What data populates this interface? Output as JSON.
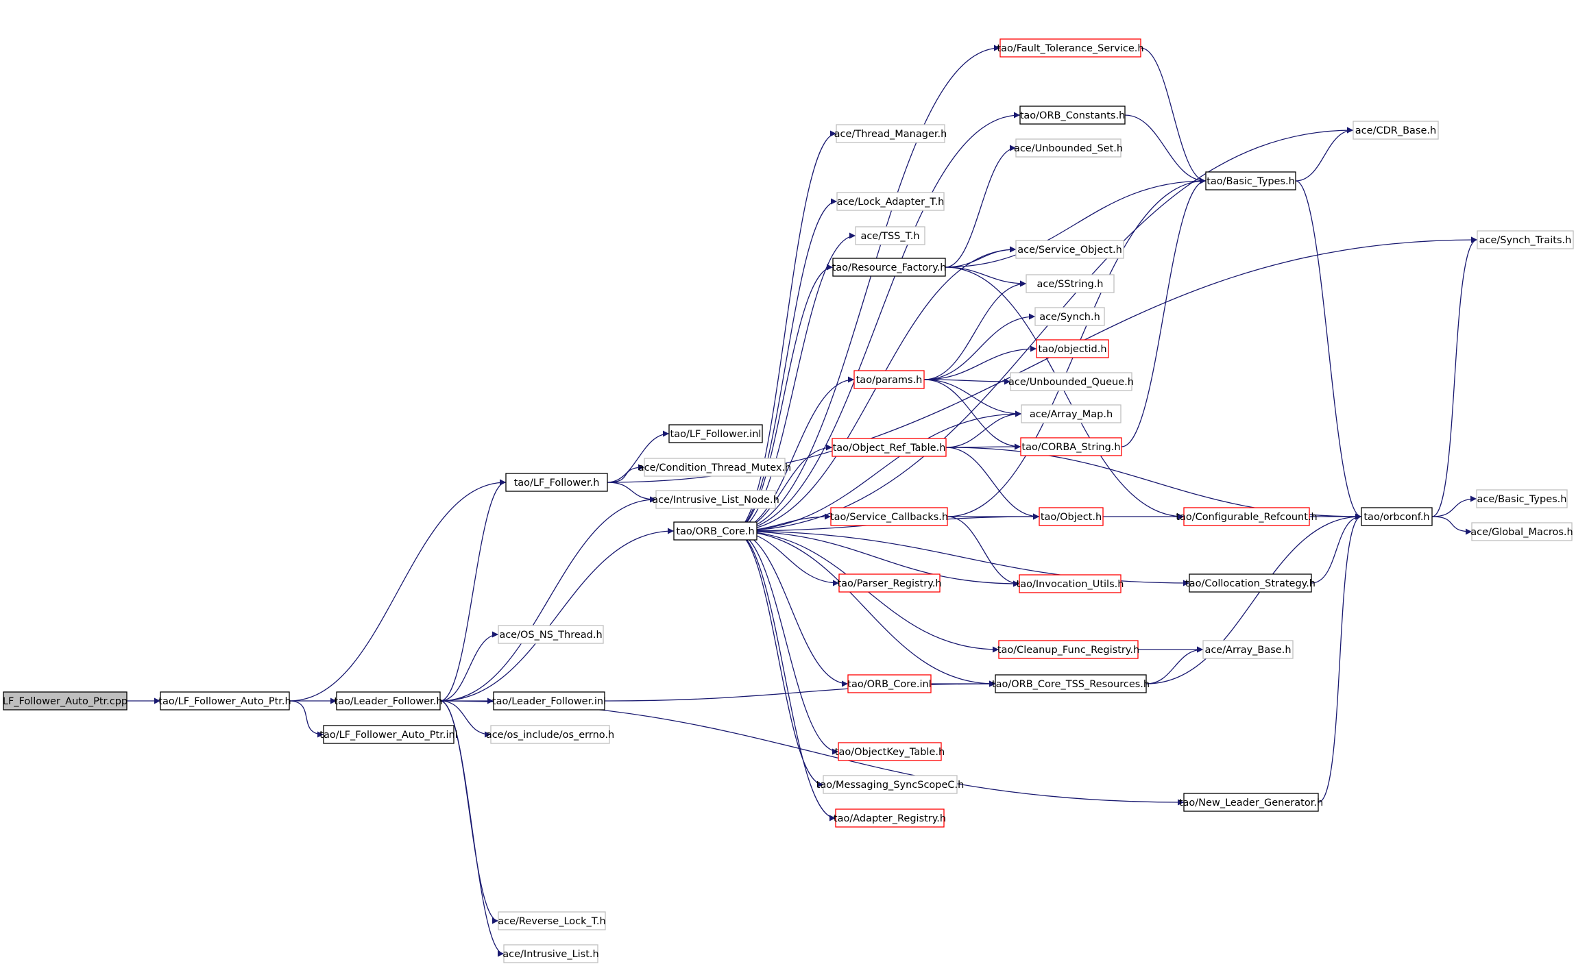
{
  "colors": {
    "edge": "#191970",
    "root_fill": "#bfbfbf",
    "documented": "#000000",
    "truncated": "#ff0000",
    "undocumented": "#bfbfbf"
  },
  "nodes": [
    {
      "id": "n0",
      "label": "LF_Follower_Auto_Ptr.cpp",
      "kind": "root"
    },
    {
      "id": "n1",
      "label": "tao/LF_Follower_Auto_Ptr.h",
      "kind": "documented"
    },
    {
      "id": "n2",
      "label": "tao/Leader_Follower.h",
      "kind": "documented"
    },
    {
      "id": "n3",
      "label": "tao/LF_Follower_Auto_Ptr.inl",
      "kind": "documented"
    },
    {
      "id": "n4",
      "label": "tao/LF_Follower.h",
      "kind": "documented"
    },
    {
      "id": "n5",
      "label": "tao/Leader_Follower.inl",
      "kind": "documented"
    },
    {
      "id": "n6",
      "label": "ace/OS_NS_Thread.h",
      "kind": "undocumented"
    },
    {
      "id": "n7",
      "label": "ace/os_include/os_errno.h",
      "kind": "undocumented"
    },
    {
      "id": "n8",
      "label": "ace/Reverse_Lock_T.h",
      "kind": "undocumented"
    },
    {
      "id": "n9",
      "label": "ace/Intrusive_List.h",
      "kind": "undocumented"
    },
    {
      "id": "n10",
      "label": "tao/LF_Follower.inl",
      "kind": "documented"
    },
    {
      "id": "n11",
      "label": "ace/Condition_Thread_Mutex.h",
      "kind": "undocumented"
    },
    {
      "id": "n12",
      "label": "ace/Intrusive_List_Node.h",
      "kind": "undocumented"
    },
    {
      "id": "n13",
      "label": "tao/ORB_Core.h",
      "kind": "documented"
    },
    {
      "id": "n14",
      "label": "tao/Fault_Tolerance_Service.h",
      "kind": "truncated"
    },
    {
      "id": "n15",
      "label": "ace/Thread_Manager.h",
      "kind": "undocumented"
    },
    {
      "id": "n16",
      "label": "tao/ORB_Constants.h",
      "kind": "documented"
    },
    {
      "id": "n17",
      "label": "ace/Unbounded_Set.h",
      "kind": "undocumented"
    },
    {
      "id": "n18",
      "label": "ace/Lock_Adapter_T.h",
      "kind": "undocumented"
    },
    {
      "id": "n19",
      "label": "ace/TSS_T.h",
      "kind": "undocumented"
    },
    {
      "id": "n20",
      "label": "tao/Resource_Factory.h",
      "kind": "documented"
    },
    {
      "id": "n21",
      "label": "ace/Service_Object.h",
      "kind": "undocumented"
    },
    {
      "id": "n22",
      "label": "ace/SString.h",
      "kind": "undocumented"
    },
    {
      "id": "n23",
      "label": "ace/Synch.h",
      "kind": "undocumented"
    },
    {
      "id": "n24",
      "label": "tao/objectid.h",
      "kind": "truncated"
    },
    {
      "id": "n25",
      "label": "tao/params.h",
      "kind": "truncated"
    },
    {
      "id": "n26",
      "label": "ace/Unbounded_Queue.h",
      "kind": "undocumented"
    },
    {
      "id": "n27",
      "label": "ace/Array_Map.h",
      "kind": "undocumented"
    },
    {
      "id": "n28",
      "label": "tao/Object_Ref_Table.h",
      "kind": "truncated"
    },
    {
      "id": "n29",
      "label": "tao/CORBA_String.h",
      "kind": "truncated"
    },
    {
      "id": "n30",
      "label": "tao/Object.h",
      "kind": "truncated"
    },
    {
      "id": "n31",
      "label": "tao/Configurable_Refcount.h",
      "kind": "truncated"
    },
    {
      "id": "n32",
      "label": "tao/orbconf.h",
      "kind": "documented"
    },
    {
      "id": "n33",
      "label": "tao/Service_Callbacks.h",
      "kind": "truncated"
    },
    {
      "id": "n34",
      "label": "tao/Parser_Registry.h",
      "kind": "truncated"
    },
    {
      "id": "n35",
      "label": "tao/Invocation_Utils.h",
      "kind": "truncated"
    },
    {
      "id": "n36",
      "label": "tao/Collocation_Strategy.h",
      "kind": "documented"
    },
    {
      "id": "n37",
      "label": "tao/Cleanup_Func_Registry.h",
      "kind": "truncated"
    },
    {
      "id": "n38",
      "label": "ace/Array_Base.h",
      "kind": "undocumented"
    },
    {
      "id": "n39",
      "label": "tao/ORB_Core.inl",
      "kind": "truncated"
    },
    {
      "id": "n40",
      "label": "tao/ORB_Core_TSS_Resources.h",
      "kind": "documented"
    },
    {
      "id": "n41",
      "label": "tao/ObjectKey_Table.h",
      "kind": "truncated"
    },
    {
      "id": "n42",
      "label": "tao/Messaging_SyncScopeC.h",
      "kind": "undocumented"
    },
    {
      "id": "n43",
      "label": "tao/Adapter_Registry.h",
      "kind": "truncated"
    },
    {
      "id": "n44",
      "label": "tao/New_Leader_Generator.h",
      "kind": "documented"
    },
    {
      "id": "n45",
      "label": "tao/Basic_Types.h",
      "kind": "documented"
    },
    {
      "id": "n46",
      "label": "ace/CDR_Base.h",
      "kind": "undocumented"
    },
    {
      "id": "n47",
      "label": "ace/Synch_Traits.h",
      "kind": "undocumented"
    },
    {
      "id": "n48",
      "label": "ace/Basic_Types.h",
      "kind": "undocumented"
    },
    {
      "id": "n49",
      "label": "ace/Global_Macros.h",
      "kind": "undocumented"
    }
  ],
  "edges": [
    [
      "n0",
      "n1"
    ],
    [
      "n1",
      "n2"
    ],
    [
      "n1",
      "n3"
    ],
    [
      "n1",
      "n4"
    ],
    [
      "n2",
      "n4"
    ],
    [
      "n2",
      "n5"
    ],
    [
      "n2",
      "n6"
    ],
    [
      "n2",
      "n7"
    ],
    [
      "n2",
      "n8"
    ],
    [
      "n2",
      "n9"
    ],
    [
      "n2",
      "n12"
    ],
    [
      "n2",
      "n13"
    ],
    [
      "n2",
      "n44"
    ],
    [
      "n4",
      "n10"
    ],
    [
      "n4",
      "n11"
    ],
    [
      "n4",
      "n12"
    ],
    [
      "n4",
      "n47"
    ],
    [
      "n5",
      "n40"
    ],
    [
      "n13",
      "n14"
    ],
    [
      "n13",
      "n15"
    ],
    [
      "n13",
      "n16"
    ],
    [
      "n13",
      "n18"
    ],
    [
      "n13",
      "n19"
    ],
    [
      "n13",
      "n20"
    ],
    [
      "n13",
      "n21"
    ],
    [
      "n13",
      "n25"
    ],
    [
      "n13",
      "n28"
    ],
    [
      "n13",
      "n30"
    ],
    [
      "n13",
      "n33"
    ],
    [
      "n13",
      "n34"
    ],
    [
      "n13",
      "n35"
    ],
    [
      "n13",
      "n36"
    ],
    [
      "n13",
      "n37"
    ],
    [
      "n13",
      "n39"
    ],
    [
      "n13",
      "n40"
    ],
    [
      "n13",
      "n41"
    ],
    [
      "n13",
      "n42"
    ],
    [
      "n13",
      "n43"
    ],
    [
      "n13",
      "n46"
    ],
    [
      "n13",
      "n27"
    ],
    [
      "n14",
      "n45"
    ],
    [
      "n16",
      "n45"
    ],
    [
      "n20",
      "n17"
    ],
    [
      "n20",
      "n21"
    ],
    [
      "n20",
      "n22"
    ],
    [
      "n20",
      "n45"
    ],
    [
      "n20",
      "n31"
    ],
    [
      "n25",
      "n22"
    ],
    [
      "n25",
      "n23"
    ],
    [
      "n25",
      "n24"
    ],
    [
      "n25",
      "n26"
    ],
    [
      "n25",
      "n27"
    ],
    [
      "n25",
      "n29"
    ],
    [
      "n28",
      "n27"
    ],
    [
      "n28",
      "n29"
    ],
    [
      "n28",
      "n30"
    ],
    [
      "n28",
      "n32"
    ],
    [
      "n29",
      "n45"
    ],
    [
      "n30",
      "n31"
    ],
    [
      "n31",
      "n32"
    ],
    [
      "n33",
      "n30"
    ],
    [
      "n33",
      "n35"
    ],
    [
      "n33",
      "n45"
    ],
    [
      "n36",
      "n32"
    ],
    [
      "n37",
      "n38"
    ],
    [
      "n39",
      "n40"
    ],
    [
      "n40",
      "n38"
    ],
    [
      "n40",
      "n32"
    ],
    [
      "n44",
      "n32"
    ],
    [
      "n45",
      "n46"
    ],
    [
      "n45",
      "n32"
    ],
    [
      "n32",
      "n47"
    ],
    [
      "n32",
      "n48"
    ],
    [
      "n32",
      "n49"
    ]
  ]
}
